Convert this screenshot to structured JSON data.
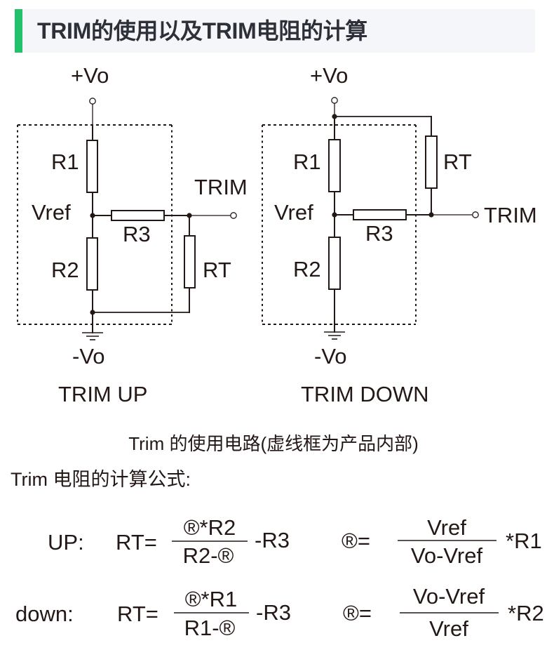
{
  "colors": {
    "accent": "#21c26b",
    "header_bg": "#f5f6f9",
    "title_text": "#2d3038",
    "ink": "#231815"
  },
  "header": {
    "title": "TRIM的使用以及TRIM电阻的计算"
  },
  "circuits": {
    "trim_up": {
      "vo_plus": "+Vo",
      "vo_minus": "-Vo",
      "r1": "R1",
      "r2": "R2",
      "r3": "R3",
      "rt": "RT",
      "vref": "Vref",
      "trim": "TRIM",
      "caption": "TRIM UP"
    },
    "trim_down": {
      "vo_plus": "+Vo",
      "vo_minus": "-Vo",
      "r1": "R1",
      "r2": "R2",
      "r3": "R3",
      "rt": "RT",
      "vref": "Vref",
      "trim": "TRIM",
      "caption": "TRIM DOWN"
    }
  },
  "captions": {
    "usage": "Trim 的使用电路(虚线框为产品内部)",
    "formula_heading": "Trim 电阻的计算公式:"
  },
  "formulas": {
    "up": {
      "label": "UP:",
      "lhs": "RT=",
      "numerator": "®*R2",
      "denominator": "R2-®",
      "suffix": "-R3"
    },
    "down": {
      "label": "down:",
      "lhs": "RT=",
      "numerator": "®*R1",
      "denominator": "R1-®",
      "suffix": "-R3"
    },
    "ratio_up": {
      "lhs": "®=",
      "numerator": "Vref",
      "denominator": "Vo-Vref",
      "suffix": "*R1"
    },
    "ratio_down": {
      "lhs": "®=",
      "numerator": "Vo-Vref",
      "denominator": "Vref",
      "suffix": "*R2"
    }
  }
}
